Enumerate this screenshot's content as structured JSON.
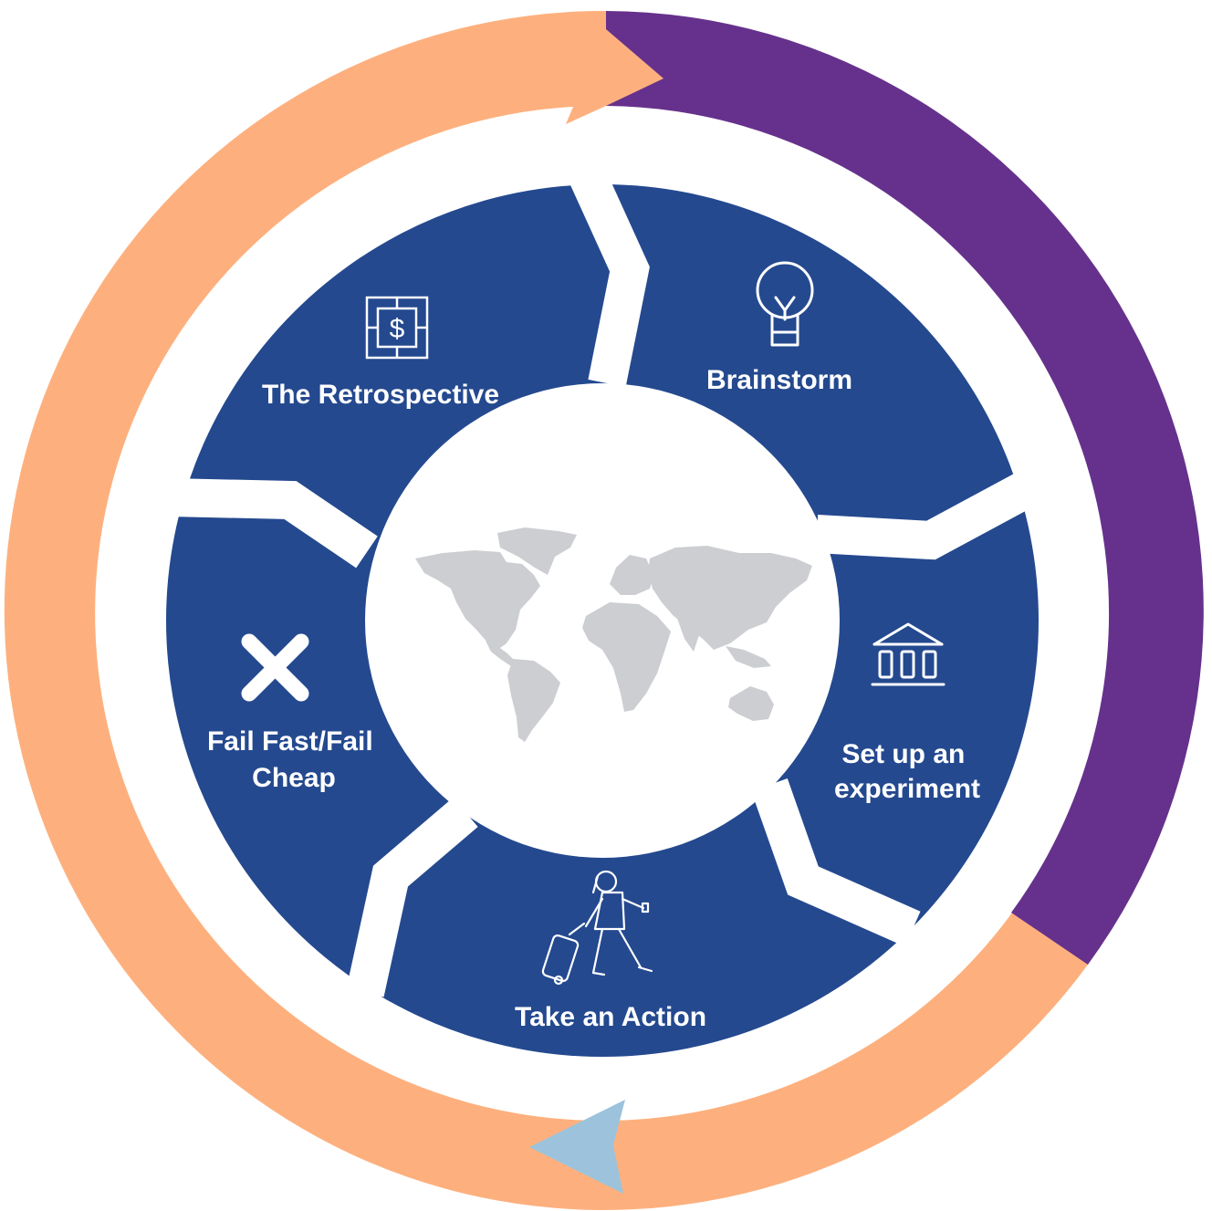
{
  "colors": {
    "outer_ring_orange": "#FDB07E",
    "outer_ring_purple": "#66318C",
    "segment_blue": "#24498F",
    "arrow_light_blue": "#9CC3DB",
    "world_map_gray": "#CCCED1",
    "background": "#FFFFFF"
  },
  "cycle": {
    "steps": [
      {
        "id": "brainstorm",
        "label_lines": [
          "Brainstorm"
        ],
        "icon": "lightbulb-icon"
      },
      {
        "id": "experiment",
        "label_lines": [
          "Set up an",
          "experiment"
        ],
        "icon": "building-columns-icon"
      },
      {
        "id": "action",
        "label_lines": [
          "Take an Action"
        ],
        "icon": "traveler-with-luggage-icon"
      },
      {
        "id": "fail",
        "label_lines": [
          "Fail Fast/Fail",
          "Cheap"
        ],
        "icon": "x-mark-icon"
      },
      {
        "id": "retro",
        "label_lines": [
          "The Retrospective"
        ],
        "icon": "dollar-puzzle-icon"
      }
    ],
    "center_icon": "world-map-icon",
    "dollar_symbol": "$"
  }
}
